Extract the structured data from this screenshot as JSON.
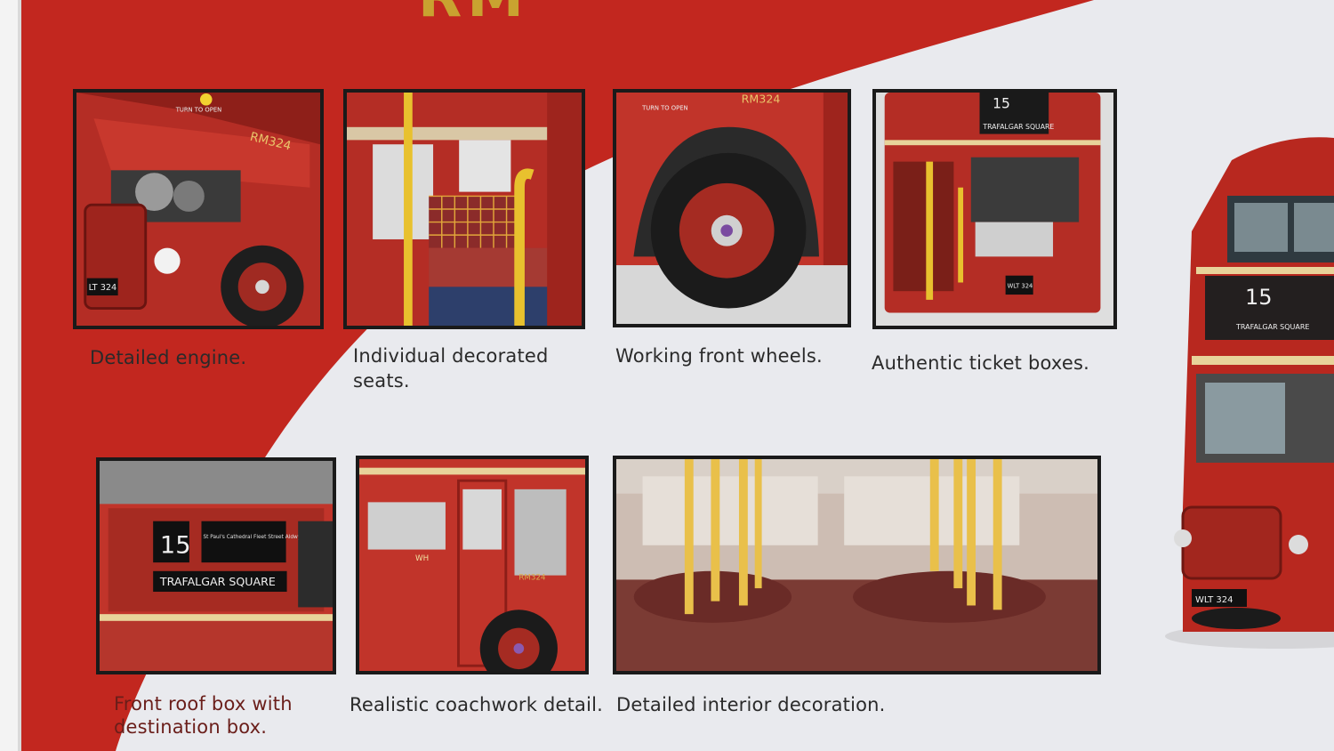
{
  "package": {
    "title": "RM",
    "colors": {
      "red": "#c2271f",
      "light": "#e9eaee",
      "gold": "#c9a230"
    }
  },
  "features": [
    {
      "caption": "Detailed engine.",
      "plate": "LT 324",
      "fleet": "RM324",
      "sign": "TURN TO OPEN"
    },
    {
      "caption": "Individual decorated seats."
    },
    {
      "caption": "Working front wheels.",
      "fleet": "RM324",
      "sign": "TURN TO OPEN"
    },
    {
      "caption": "Authentic ticket boxes.",
      "route": "15",
      "destination": "TRAFALGAR SQUARE",
      "plate": "WLT 324"
    },
    {
      "caption": "Front roof box with destination box.",
      "route": "15",
      "destination": "TRAFALGAR SQUARE",
      "via": "St Paul's Cathedral Fleet Street Aldwych"
    },
    {
      "caption": "Realistic coachwork detail.",
      "code": "WH",
      "fleet": "RM324"
    },
    {
      "caption": "Detailed interior decoration."
    }
  ],
  "hero_bus": {
    "route": "15",
    "destination": "TRAFALGAR SQUARE",
    "plate": "WLT 324"
  }
}
